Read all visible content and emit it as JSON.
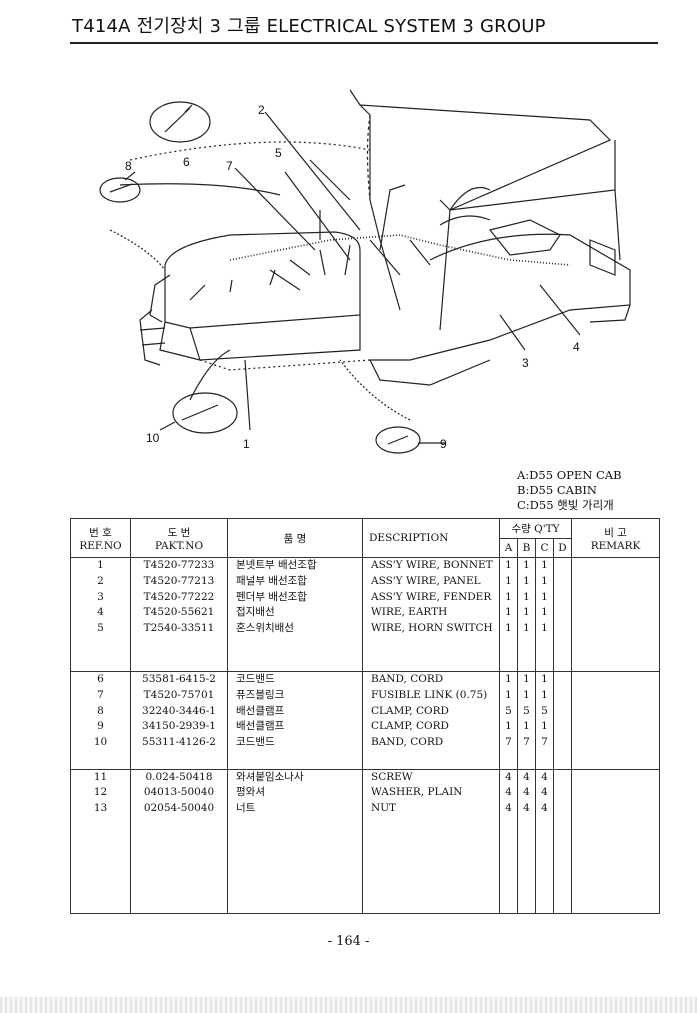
{
  "header": {
    "title": "T414A 전기장치 3 그룹 ELECTRICAL SYSTEM 3 GROUP"
  },
  "diagram": {
    "callouts": [
      "1",
      "2",
      "3",
      "4",
      "5",
      "6",
      "7",
      "8",
      "9",
      "10"
    ]
  },
  "legend": [
    "A:D55 OPEN CAB",
    "B:D55 CABIN",
    "C:D55 햇빛 가리개"
  ],
  "table": {
    "headers": {
      "ref_kr": "번 호",
      "ref_en": "REF.NO",
      "part_kr": "도   번",
      "part_en": "PAKT.NO",
      "name_kr": "품    명",
      "desc": "DESCRIPTION",
      "qty_kr": "수량 Q'TY",
      "qty_a": "A",
      "qty_b": "B",
      "qty_c": "C",
      "qty_d": "D",
      "remark_kr": "비   고",
      "remark_en": "REMARK"
    },
    "groups": [
      {
        "rows": [
          {
            "ref": "1",
            "part": "T4520-77233",
            "name": "본넷트부 배선조합",
            "desc": "ASS'Y WIRE, BONNET",
            "a": "1",
            "b": "1",
            "c": "1",
            "d": ""
          },
          {
            "ref": "2",
            "part": "T4520-77213",
            "name": "패널부 배선조합",
            "desc": "ASS'Y WIRE, PANEL",
            "a": "1",
            "b": "1",
            "c": "1",
            "d": ""
          },
          {
            "ref": "3",
            "part": "T4520-77222",
            "name": "펜더부 배선조합",
            "desc": "ASS'Y WIRE, FENDER",
            "a": "1",
            "b": "1",
            "c": "1",
            "d": ""
          },
          {
            "ref": "4",
            "part": "T4520-55621",
            "name": "접지배선",
            "desc": "WIRE, EARTH",
            "a": "1",
            "b": "1",
            "c": "1",
            "d": ""
          },
          {
            "ref": "5",
            "part": "T2540-33511",
            "name": "혼스위치배선",
            "desc": "WIRE, HORN SWITCH",
            "a": "1",
            "b": "1",
            "c": "1",
            "d": ""
          }
        ]
      },
      {
        "rows": [
          {
            "ref": "6",
            "part": "53581-6415-2",
            "name": "코드밴드",
            "desc": "BAND, CORD",
            "a": "1",
            "b": "1",
            "c": "1",
            "d": ""
          },
          {
            "ref": "7",
            "part": "T4520-75701",
            "name": "퓨즈블링크",
            "desc": "FUSIBLE LINK (0.75)",
            "a": "1",
            "b": "1",
            "c": "1",
            "d": ""
          },
          {
            "ref": "8",
            "part": "32240-3446-1",
            "name": "배선클램프",
            "desc": "CLAMP, CORD",
            "a": "5",
            "b": "5",
            "c": "5",
            "d": ""
          },
          {
            "ref": "9",
            "part": "34150-2939-1",
            "name": "배선클램프",
            "desc": "CLAMP, CORD",
            "a": "1",
            "b": "1",
            "c": "1",
            "d": ""
          },
          {
            "ref": "10",
            "part": "55311-4126-2",
            "name": "코드밴드",
            "desc": "BAND, CORD",
            "a": "7",
            "b": "7",
            "c": "7",
            "d": ""
          }
        ]
      },
      {
        "rows": [
          {
            "ref": "11",
            "part": "0.024-50418",
            "name": "와셔붙임소나사",
            "desc": "SCREW",
            "a": "4",
            "b": "4",
            "c": "4",
            "d": ""
          },
          {
            "ref": "12",
            "part": "04013-50040",
            "name": "평와셔",
            "desc": "WASHER, PLAIN",
            "a": "4",
            "b": "4",
            "c": "4",
            "d": ""
          },
          {
            "ref": "13",
            "part": "02054-50040",
            "name": "너트",
            "desc": "NUT",
            "a": "4",
            "b": "4",
            "c": "4",
            "d": ""
          }
        ]
      }
    ]
  },
  "footer": {
    "page": "- 164 -"
  }
}
